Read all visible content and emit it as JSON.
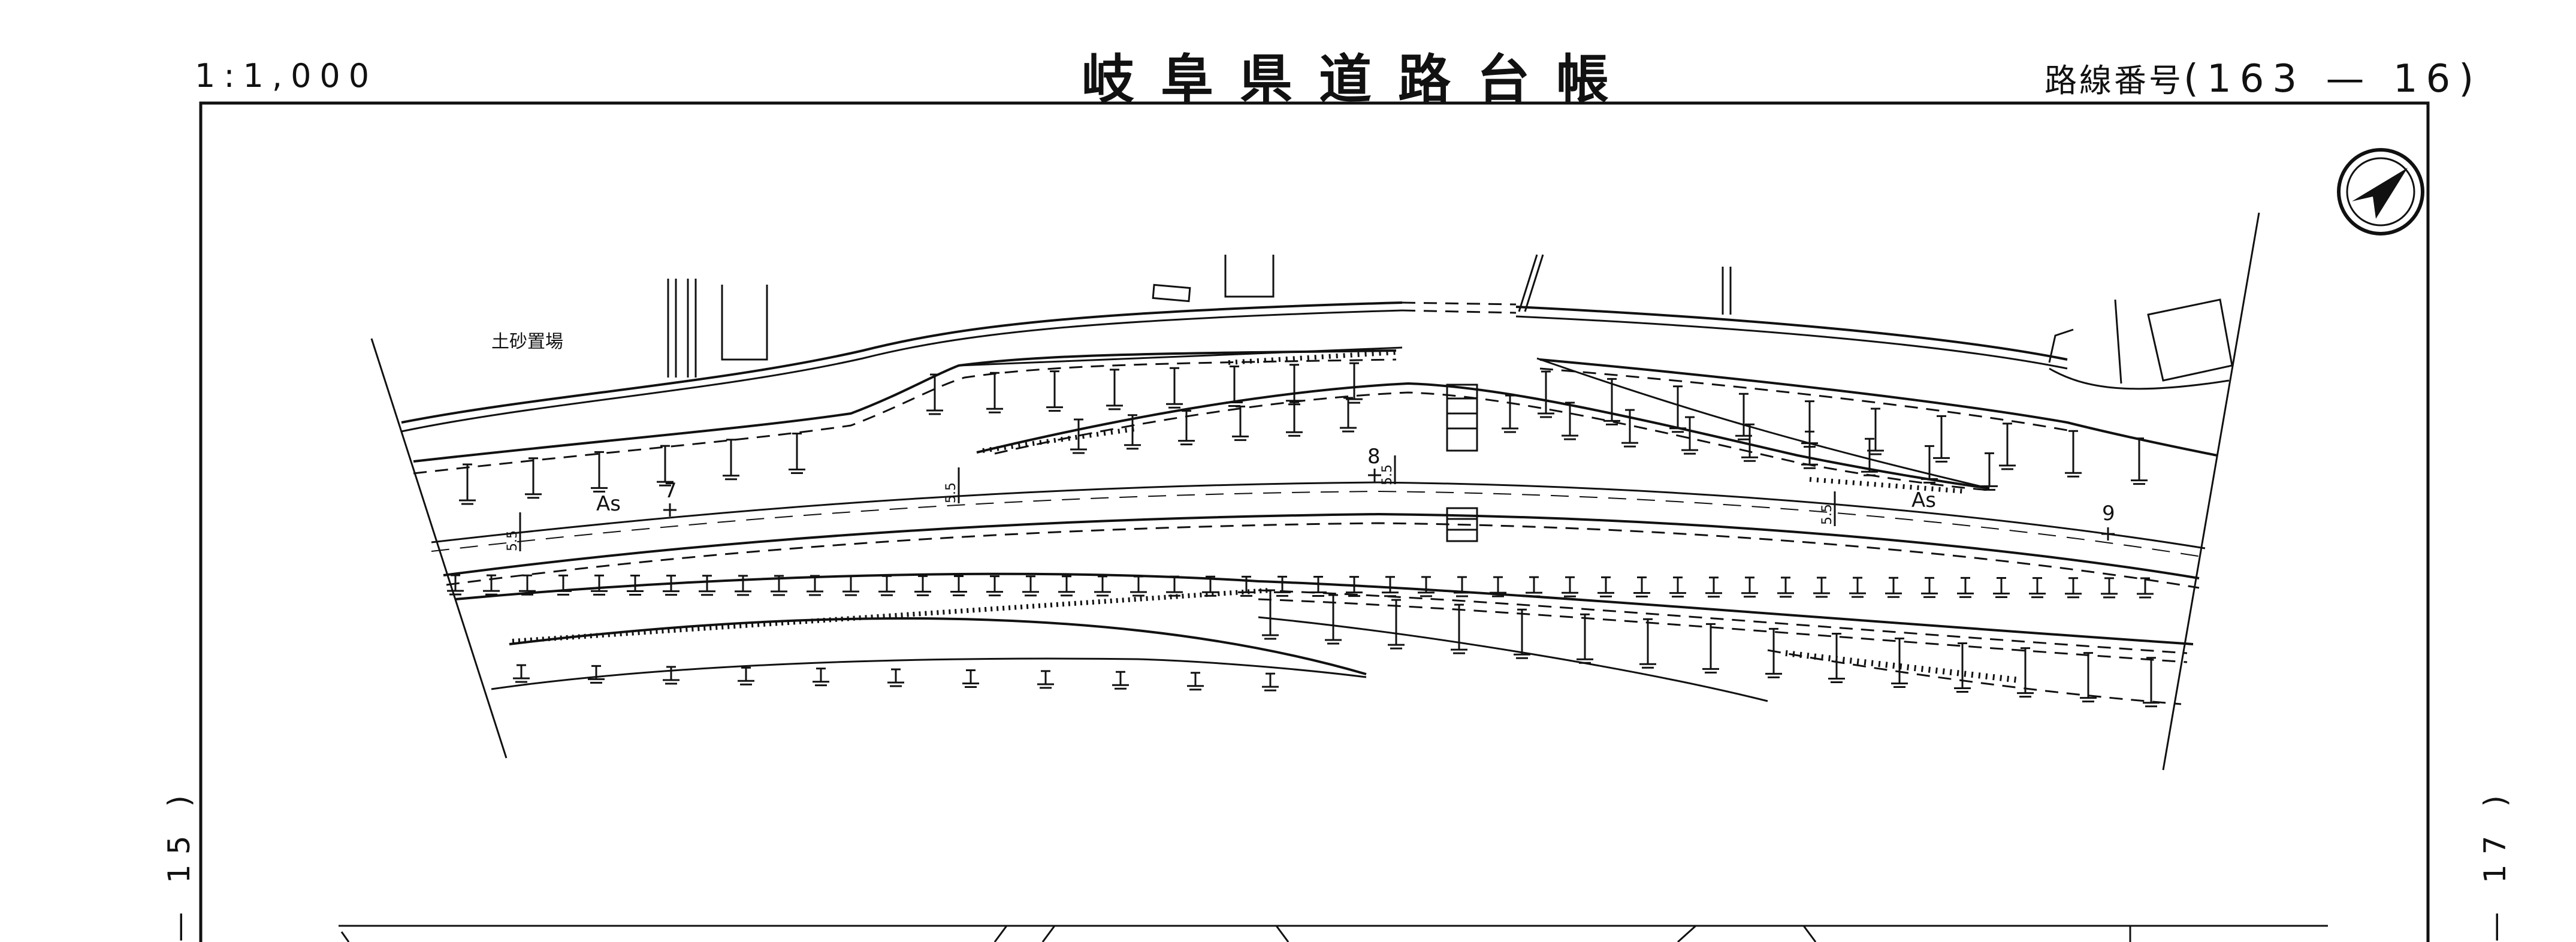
{
  "header": {
    "scale": "1:1,000",
    "title": "岐阜県道路台帳",
    "route_label": "路線番号",
    "route_open": "(",
    "route_number": "163 — 16",
    "route_close": ")"
  },
  "adjacent_sheets": {
    "left": "— 15 )",
    "right": "— 17 )"
  },
  "map": {
    "place_label": "土砂置場",
    "pavement_labels": [
      "As",
      "As"
    ],
    "station_numbers": [
      "7",
      "8",
      "9"
    ],
    "width_labels": [
      "5.5",
      "5.5",
      "5.5",
      "5.5"
    ]
  }
}
